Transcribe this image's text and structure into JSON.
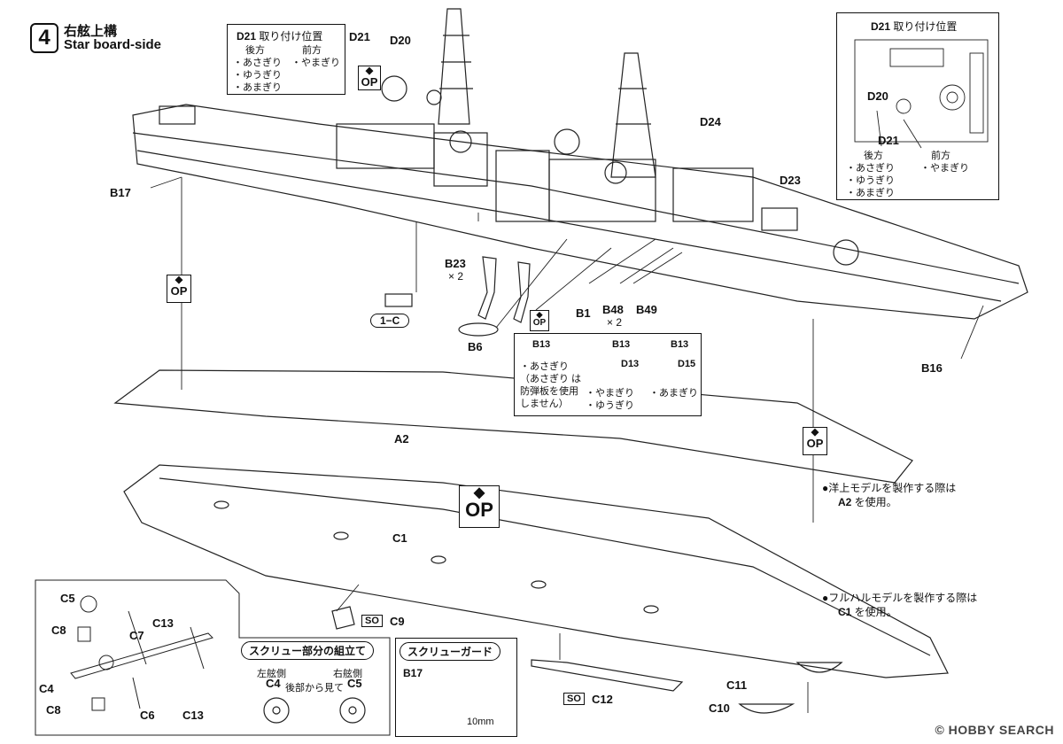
{
  "step": {
    "number": "4",
    "title_jp": "右舷上構",
    "title_en": "Star board-side"
  },
  "d21_box": {
    "title": "D21",
    "title_suffix": "取り付け位置",
    "rear_label": "後方",
    "front_label": "前方",
    "rear_items": [
      "・あさぎり",
      "・ゆうぎり",
      "・あまぎり"
    ],
    "front_items": [
      "・やまぎり"
    ]
  },
  "inset_box": {
    "title": "D21",
    "title_suffix": "取り付け位置",
    "d20": "D20",
    "d21": "D21",
    "rear_label": "後方",
    "front_label": "前方",
    "rear_items": [
      "・あさぎり",
      "・ゆうぎり",
      "・あまぎり"
    ],
    "front_items": [
      "・やまぎり"
    ]
  },
  "parts": {
    "d21": "D21",
    "d20": "D20",
    "d24": "D24",
    "d23": "D23",
    "b17": "B17",
    "b16": "B16",
    "b23": "B23",
    "b23_qty": "× 2",
    "b6": "B6",
    "b1": "B1",
    "b48": "B48",
    "b48_qty": "× 2",
    "b49": "B49",
    "ref_1c": "1−C",
    "a2": "A2",
    "c1": "C1",
    "c9": "C9",
    "c12": "C12",
    "c11": "C11",
    "c10": "C10",
    "c5": "C5",
    "c13": "C13",
    "c7": "C7",
    "c8": "C8",
    "c4": "C4",
    "c6": "C6",
    "c13b": "C13",
    "c8b": "C8"
  },
  "b13_box": {
    "b13": "B13",
    "d13": "D13",
    "d15": "D15",
    "col1": [
      "・あさぎり",
      "（あさぎり は",
      "防弾板を使用",
      "しません）"
    ],
    "col2": [
      "・やまぎり",
      "・ゆうぎり"
    ],
    "col3": [
      "・あまぎり"
    ]
  },
  "op": {
    "arrow": "◆",
    "text": "OP"
  },
  "so": "SO",
  "notes": {
    "a2_line1": "●洋上モデルを製作する際は",
    "a2_line2_part": "A2",
    "a2_line2_rest": " を使用。",
    "c1_line1": "●フルハルモデルを製作する際は",
    "c1_line2_part": "C1",
    "c1_line2_rest": " を使用。"
  },
  "screw_box": {
    "title": "スクリュー部分の組立て",
    "left_side": "左舷側",
    "right_side": "右舷側",
    "left_part": "C4",
    "right_part": "C5",
    "view_note": "後部から見て"
  },
  "guard_box": {
    "title": "スクリューガード",
    "part": "B17",
    "dimension": "10mm"
  },
  "watermark": "© HOBBY SEARCH"
}
